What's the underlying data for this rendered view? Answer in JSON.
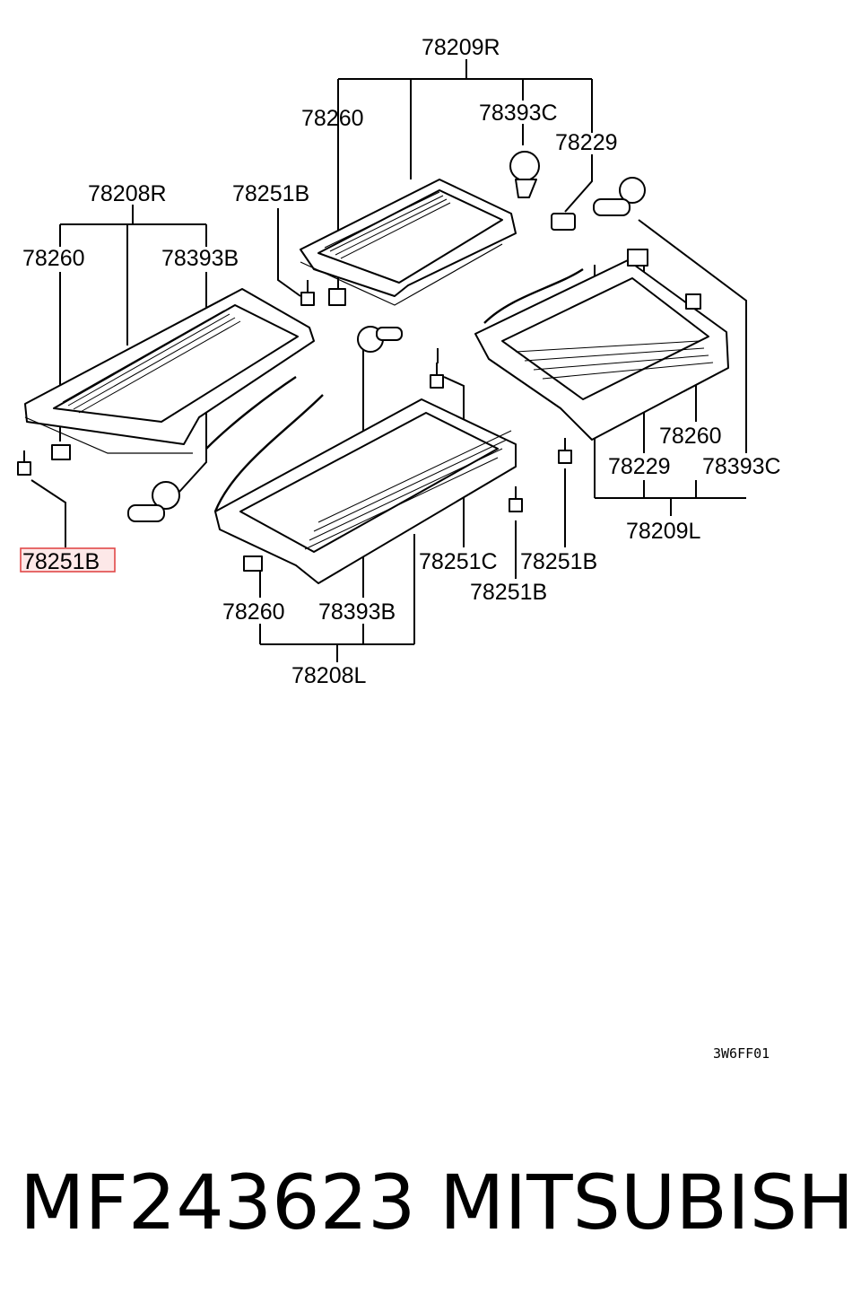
{
  "labels": {
    "l_78209R": "78209R",
    "l_78260_top": "78260",
    "l_78393C_top": "78393C",
    "l_78229_top": "78229",
    "l_78208R": "78208R",
    "l_78251B_top": "78251B",
    "l_78260_left": "78260",
    "l_78393B_left": "78393B",
    "l_78251B_selected": "78251B",
    "l_78260_right": "78260",
    "l_78229_right": "78229",
    "l_78393C_right": "78393C",
    "l_78209L": "78209L",
    "l_78251C": "78251C",
    "l_78251B_mid": "78251B",
    "l_78251B_bot": "78251B",
    "l_78260_bot": "78260",
    "l_78393B_bot": "78393B",
    "l_78208L": "78208L"
  },
  "drawing_code": "3W6FF01",
  "footer": {
    "part_number": "MF243623",
    "brand": "MITSUBISHI"
  },
  "highlight_color": "#e04848"
}
